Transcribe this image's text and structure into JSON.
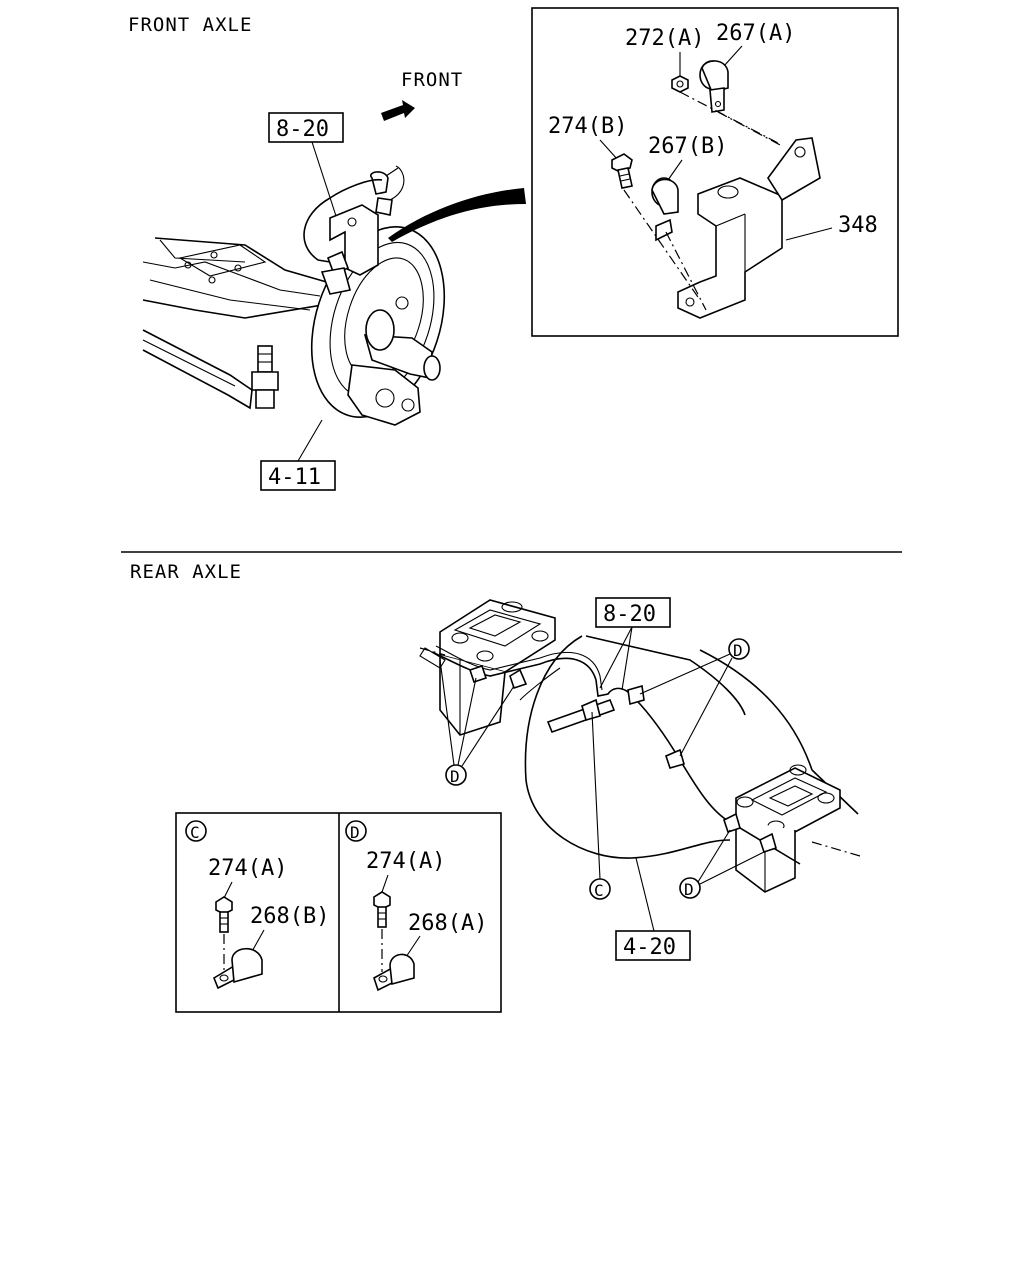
{
  "front_section": {
    "title": "FRONT AXLE",
    "direction_label": "FRONT",
    "ref_8_20": "8-20",
    "ref_4_11": "4-11",
    "detail": {
      "p272a": "272(A)",
      "p267a": "267(A)",
      "p274b": "274(B)",
      "p267b": "267(B)",
      "p348": "348"
    }
  },
  "rear_section": {
    "title": "REAR AXLE",
    "ref_8_20": "8-20",
    "ref_4_20": "4-20",
    "marker_d": "D",
    "marker_c": "C"
  },
  "detail_c": {
    "marker": "C",
    "bolt": "274(A)",
    "clip": "268(B)"
  },
  "detail_d": {
    "marker": "D",
    "bolt": "274(A)",
    "clip": "268(A)"
  },
  "colors": {
    "ink": "#000000",
    "paper": "#ffffff"
  }
}
